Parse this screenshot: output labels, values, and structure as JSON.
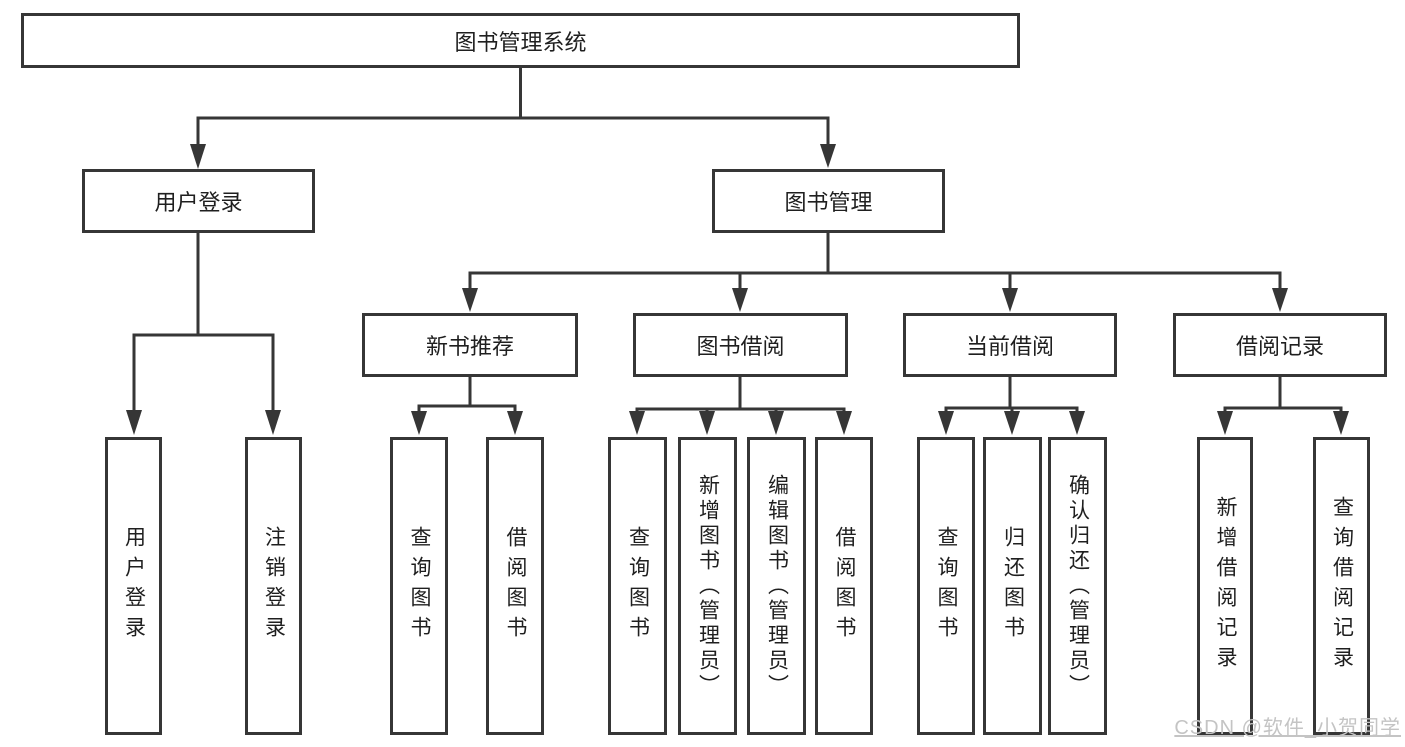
{
  "diagram": {
    "root": "图书管理系统",
    "level1": {
      "userLogin": "用户登录",
      "bookMgmt": "图书管理"
    },
    "level2": {
      "newBookRec": "新书推荐",
      "bookBorrow": "图书借阅",
      "currentBorrow": "当前借阅",
      "borrowRecords": "借阅记录"
    },
    "leaves": {
      "userLogin": "用户登录",
      "logout": "注销登录",
      "recQuery": "查询图书",
      "recBorrow": "借阅图书",
      "bbQuery": "查询图书",
      "bbAdd": "新增图书（管理员）",
      "bbEdit": "编辑图书（管理员）",
      "bbBorrow": "借阅图书",
      "cbQuery": "查询图书",
      "cbReturn": "归还图书",
      "cbConfirm": "确认归还（管理员）",
      "brAdd": "新增借阅记录",
      "brQuery": "查询借阅记录"
    },
    "tree": [
      {
        "parent": "图书管理系统",
        "children": [
          "用户登录",
          "图书管理"
        ]
      },
      {
        "parent": "用户登录",
        "children": [
          "用户登录",
          "注销登录"
        ]
      },
      {
        "parent": "图书管理",
        "children": [
          "新书推荐",
          "图书借阅",
          "当前借阅",
          "借阅记录"
        ]
      },
      {
        "parent": "新书推荐",
        "children": [
          "查询图书",
          "借阅图书"
        ]
      },
      {
        "parent": "图书借阅",
        "children": [
          "查询图书",
          "新增图书（管理员）",
          "编辑图书（管理员）",
          "借阅图书"
        ]
      },
      {
        "parent": "当前借阅",
        "children": [
          "查询图书",
          "归还图书",
          "确认归还（管理员）"
        ]
      },
      {
        "parent": "借阅记录",
        "children": [
          "新增借阅记录",
          "查询借阅记录"
        ]
      }
    ],
    "colors": {
      "line": "#363636",
      "text": "#1f1f1f",
      "background": "#ffffff",
      "watermark": "#c4c4c4"
    },
    "watermark": "CSDN @软件_小贺同学"
  }
}
